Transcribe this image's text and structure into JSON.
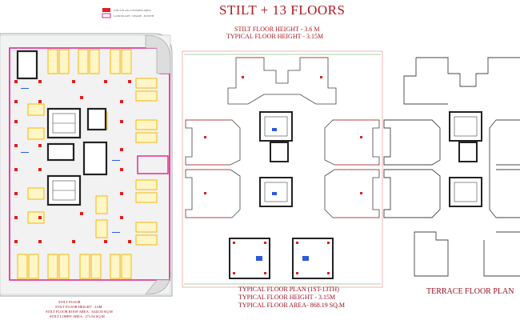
{
  "title": "STILT + 13 FLOORS",
  "heights": {
    "stilt": "STILT  FLOOR HEIGHT - 3.6 M",
    "typical": "TYPICAL FLOOR HEIGHT - 3.15M"
  },
  "typical_plan": {
    "name": "TYPICAL FLOOR PLAN (1ST-13TH)",
    "height": "TYPICAL FLOOR HEIGHT - 3.15M",
    "area": "TYPICAL FLOOR AREA- 868.19 SQ.M"
  },
  "terrace_plan": {
    "name": "TERRACE  FLOOR  PLAN"
  },
  "stilt_plan": {
    "name": "STILT FLOOR",
    "height": "STILT FLOOR HEIGHT : 3.6M",
    "area": "STILT FLOOR ROOF AREA : 3443.50 SQ.M",
    "lobby": "STILT LOBBY AREA : 271.94 SQ.M"
  },
  "legend": {
    "item1": "STILT PLAN COVERED AREA",
    "item2": "LANDSCAPE / SHADE - PLINTH"
  },
  "colors": {
    "title": "#b0171f",
    "magenta": "#e0218a",
    "parking": "#f5b800",
    "wall": "#222222",
    "column": "#e0201e"
  }
}
